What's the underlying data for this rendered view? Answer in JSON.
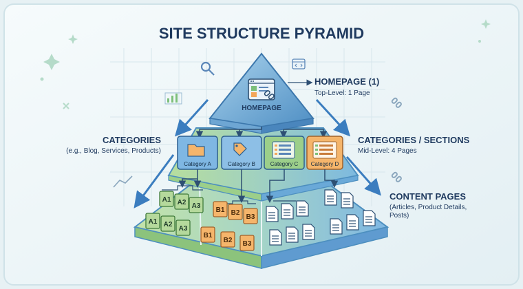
{
  "title": "SITE STRUCTURE PYRAMID",
  "homepage": {
    "label": "HOMEPAGE",
    "heading": "HOMEPAGE (1)",
    "sub": "Top-Level: 1 Page"
  },
  "categories_left": {
    "heading": "CATEGORIES",
    "sub": "(e.g., Blog, Services, Products)"
  },
  "categories_right": {
    "heading": "CATEGORIES / SECTIONS",
    "sub": "Mid-Level: 4 Pages"
  },
  "content_pages": {
    "heading": "CONTENT PAGES",
    "sub1": "(Articles, Product Details,",
    "sub2": "Posts)"
  },
  "categories": [
    {
      "label": "Category A",
      "color": "#5b9bd5",
      "icon": "folder-icon"
    },
    {
      "label": "Category B",
      "color": "#5b9bd5",
      "icon": "tag-icon"
    },
    {
      "label": "Category C",
      "color": "#7cbf7a",
      "icon": "list-icon"
    },
    {
      "label": "Category D",
      "color": "#f2a65a",
      "icon": "list-icon"
    }
  ],
  "pages_a": [
    "A1",
    "A2",
    "A3",
    "A1",
    "A2",
    "A3"
  ],
  "pages_b": [
    "B1",
    "B2",
    "B3",
    "B1",
    "B2",
    "B3"
  ],
  "colors": {
    "background": "#e7f1f4",
    "title": "#1f3a5f",
    "apex": "#7fb3d9",
    "green_page": "#b5d99c",
    "orange_page": "#f5b56b",
    "arrow": "#3b7dbf"
  }
}
